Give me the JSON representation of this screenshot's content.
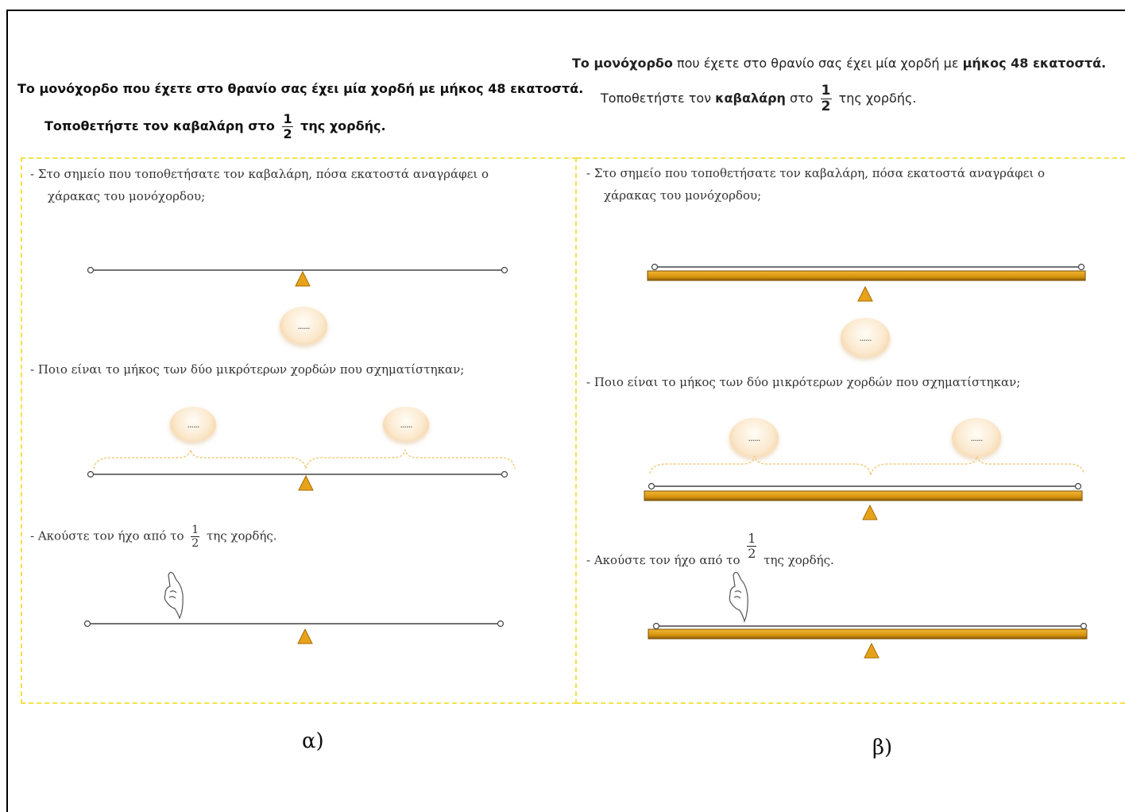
{
  "left": {
    "header_line1": "Το μονόχορδο που έχετε στο θρανίο σας έχει μία χορδή με μήκος 48 εκατοστά.",
    "header_line2_pre": "Τοποθετήστε τον καβαλάρη στο",
    "header_line2_post": "της χορδής.",
    "frac_num": "1",
    "frac_den": "2",
    "q1_line1": "- Στο σημείο που τοποθετήσατε τον καβαλάρη, πόσα εκατοστά αναγράφει ο",
    "q1_line2": "χάρακας του μονόχορδου;",
    "q2": "- Ποιο είναι το μήκος των δύο μικρότερων χορδών που σχηματίστηκαν;",
    "q3_pre": "- Ακούστε τον ήχο από το",
    "q3_post": "της χορδής.",
    "blank": "......",
    "caption": "α)"
  },
  "right": {
    "header_line1_b1": "Το μονόχορδο",
    "header_line1_mid": "που έχετε στο θρανίο σας έχει μία χορδή με",
    "header_line1_b2": "μήκος 48 εκατοστά.",
    "header_line2_pre": "Τοποθετήστε τον",
    "header_line2_b": "καβαλάρη",
    "header_line2_mid": "στο",
    "header_line2_post": "της χορδής.",
    "frac_num": "1",
    "frac_den": "2",
    "q1_line1": "- Στο σημείο που τοποθετήσατε τον καβαλάρη, πόσα εκατοστά αναγράφει ο",
    "q1_line2": "χάρακας του μονόχορδου;",
    "q2": "- Ποιο είναι το μήκος των δύο μικρότερων χορδών που σχηματίστηκαν;",
    "q3_pre": "- Ακούστε τον ήχο από το",
    "q3_post": "της χορδής.",
    "blank": "......",
    "caption": "β)"
  },
  "colors": {
    "panel_border": "#f2e24a",
    "bridge": "#e6a21a",
    "ruler": "#d8950f",
    "string": "#444444"
  },
  "icons": [
    "bridge-triangle-icon",
    "pointing-hand-icon",
    "answer-bubble-icon",
    "string-peg-icon"
  ]
}
